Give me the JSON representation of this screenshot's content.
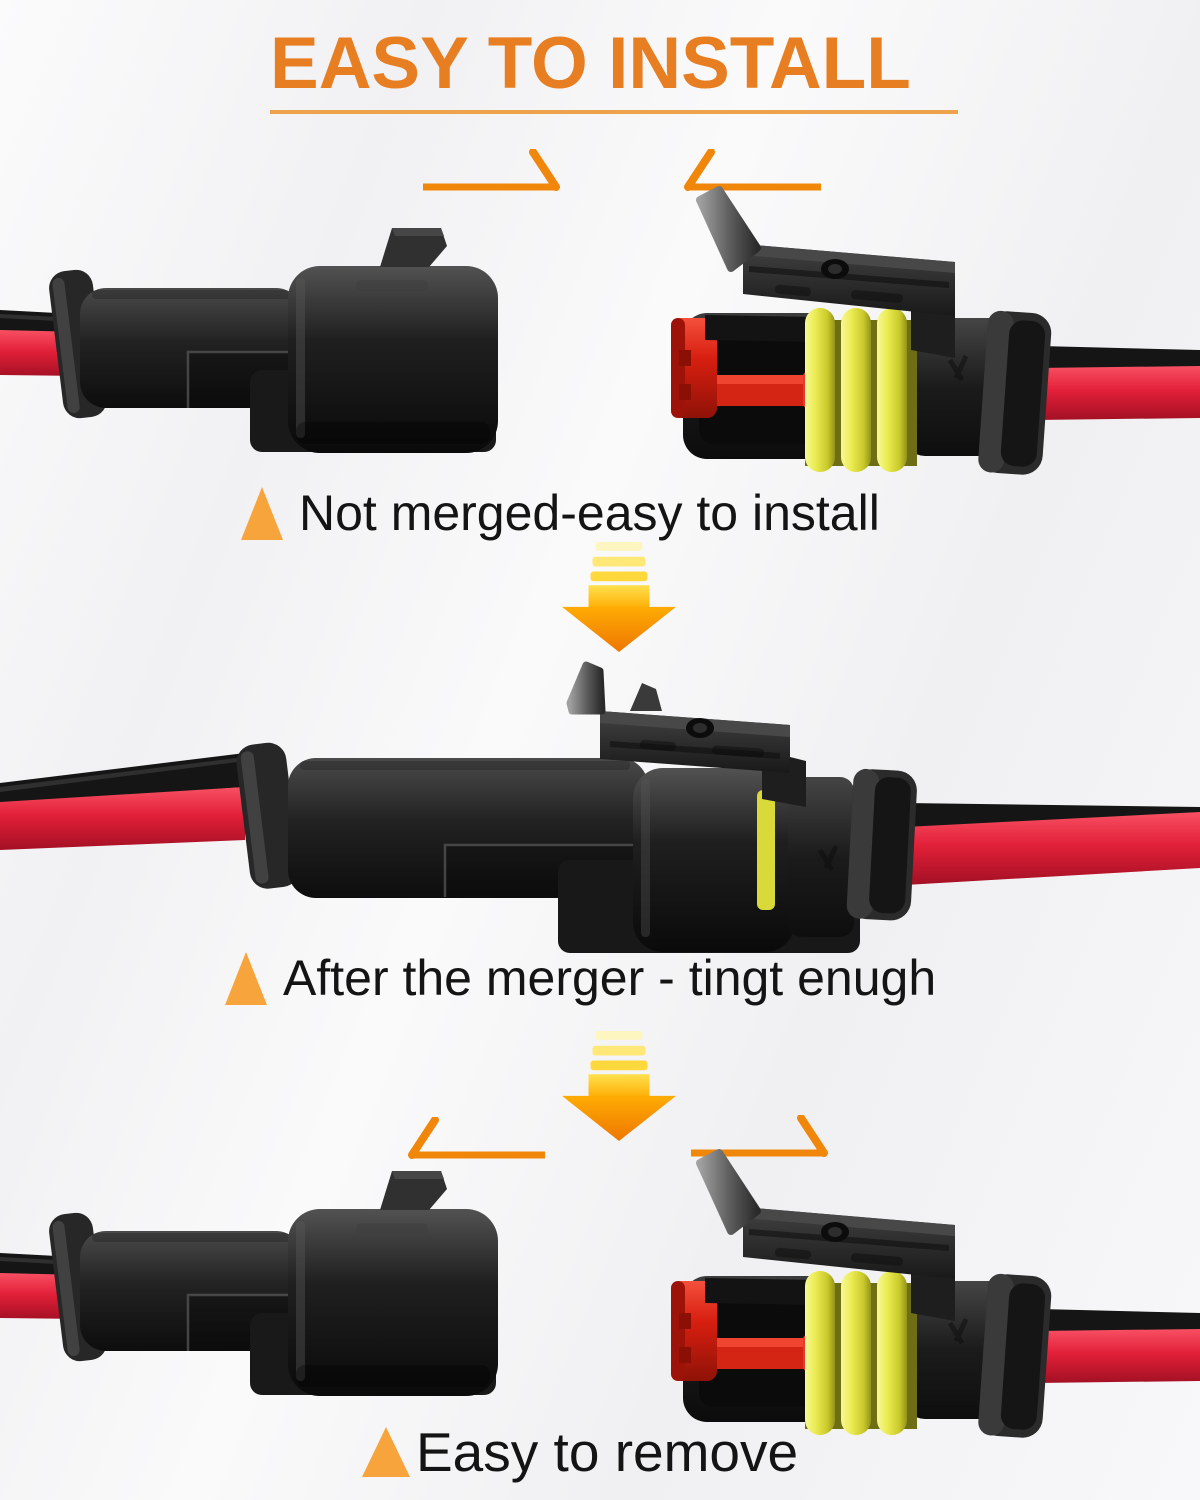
{
  "title": {
    "text": "EASY TO INSTALL"
  },
  "sections": [
    {
      "caption": "Not merged-easy to install",
      "alt": "Male and female waterproof connector halves separated"
    },
    {
      "caption": "After the merger - tingt enugh",
      "alt": "Connector halves plugged together into one sealed unit"
    },
    {
      "caption": "Easy to remove",
      "alt": "Connector halves pulled apart again"
    }
  ],
  "colors": {
    "title_orange": "#e87e22",
    "underline_orange": "#efa24c",
    "bullet_orange": "#f7a43c",
    "corner_mark_orange": "#f0860a",
    "arrow_yellow": "#ffe14e",
    "arrow_orange": "#ee7600",
    "wire_red": "#e22039",
    "wire_black": "#151515",
    "connector_black": "#1d1d1d",
    "seal_yellow": "#ebeb52",
    "terminal_red": "#d81f10",
    "caption_text": "#141414",
    "background": "#f5f5f6"
  }
}
